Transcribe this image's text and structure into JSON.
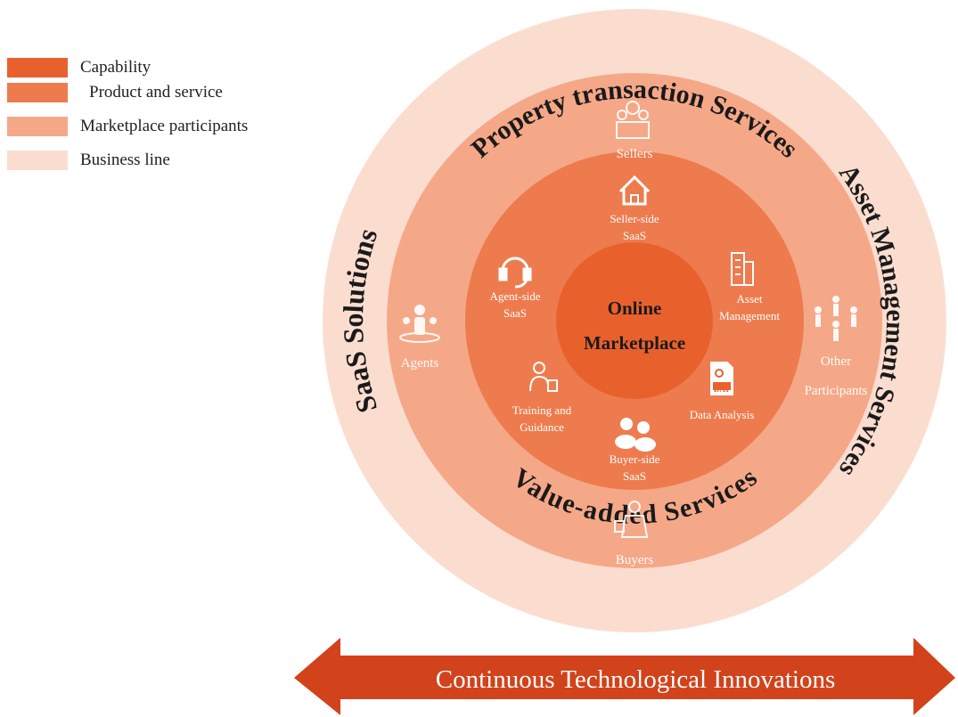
{
  "legend": [
    {
      "label": "Capability",
      "color": "#E8612D"
    },
    {
      "label": "Product and service",
      "color": "#EE7B4E"
    },
    {
      "label": "Marketplace participants",
      "color": "#F5A888"
    },
    {
      "label": "Business line",
      "color": "#FBDDD0"
    }
  ],
  "rings": {
    "business_line": "#FBDDD0",
    "participants": "#F5A888",
    "products": "#EE7B4E",
    "capability": "#E8612D"
  },
  "business_lines": {
    "top": "Property transaction Services",
    "right": "Asset Management Services",
    "bottom": "Value-added Services",
    "left": "SaaS Solutions"
  },
  "participants": {
    "sellers": "Sellers",
    "agents": "Agents",
    "others_line1": "Other",
    "others_line2": "Participants",
    "buyers": "Buyers"
  },
  "products": {
    "seller_saas_1": "Seller-side",
    "seller_saas_2": "SaaS",
    "agent_saas_1": "Agent-side",
    "agent_saas_2": "SaaS",
    "asset_mgmt_1": "Asset",
    "asset_mgmt_2": "Management",
    "training_1": "Training and",
    "training_2": "Guidance",
    "data_analysis": "Data Analysis",
    "data_badge": "DAT",
    "buyer_saas_1": "Buyer-side",
    "buyer_saas_2": "SaaS"
  },
  "core": {
    "line1": "Online",
    "line2": "Marketplace"
  },
  "banner": {
    "text": "Continuous Technological Innovations",
    "color": "#D2421B"
  },
  "icons": [
    "sellers-icon",
    "agents-icon",
    "others-icon",
    "buyers-icon",
    "house-icon",
    "headset-icon",
    "building-icon",
    "trainer-icon",
    "data-file-icon",
    "people-icon"
  ]
}
